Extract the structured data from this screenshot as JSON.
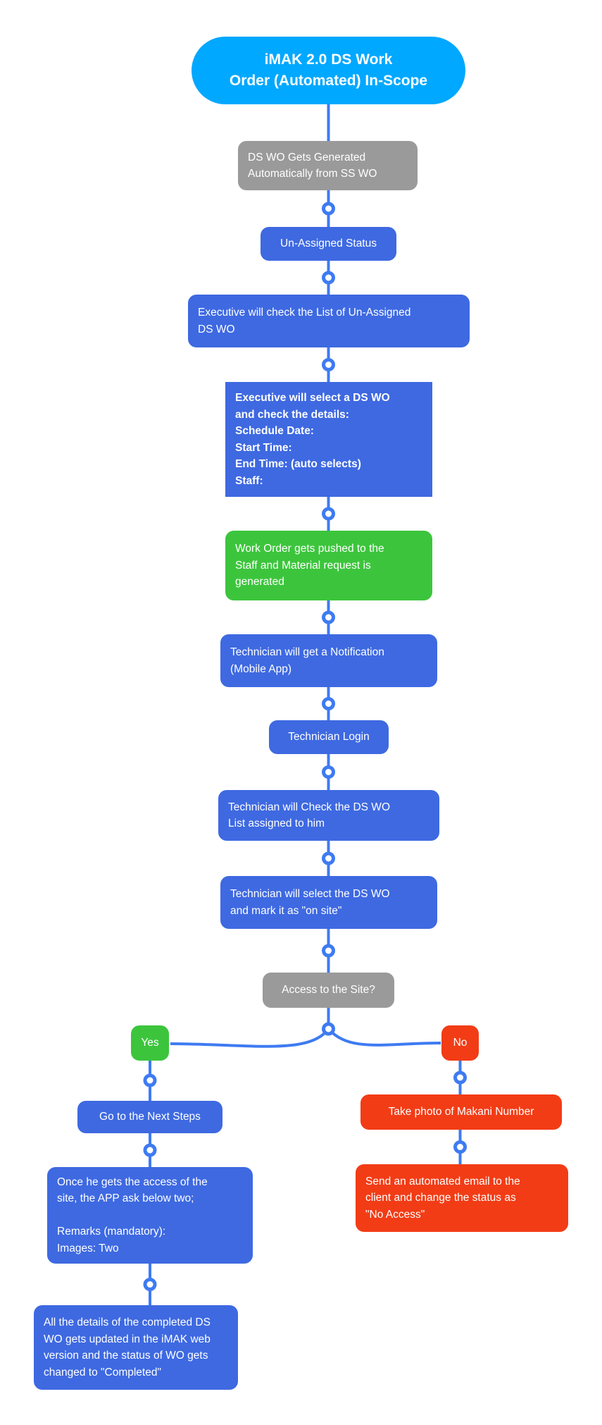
{
  "app": {
    "diagram_title": "iMAK 2.0 DS Work Order (Automated) In-Scope"
  },
  "colors": {
    "root_fill": "#00A8FF",
    "process_fill": "#3E69E1",
    "success_fill": "#3CC53C",
    "alert_fill": "#F23C16",
    "neutral_fill": "#9A9A9A",
    "connector": "#3E7BF2",
    "text": "#FFFFFF"
  },
  "nodes": {
    "root": {
      "label": "iMAK 2.0 DS Work\nOrder (Automated) In-Scope"
    },
    "generated": {
      "label": "DS WO Gets Generated\nAutomatically from SS WO"
    },
    "unassigned": {
      "label": "Un-Assigned Status"
    },
    "exec_check": {
      "label": "Executive will check the List of Un-Assigned\nDS WO"
    },
    "exec_select": {
      "label": "Executive will select a DS WO\nand check the details:\nSchedule Date:\nStart Time:\nEnd Time: (auto selects)\nStaff:"
    },
    "pushed": {
      "label": "Work Order gets pushed to the\nStaff and Material request is\ngenerated"
    },
    "notification": {
      "label": "Technician will get a Notification\n(Mobile App)"
    },
    "login": {
      "label": "Technician Login"
    },
    "check_list": {
      "label": "Technician will Check the DS WO\nList assigned to him"
    },
    "select_onsite": {
      "label": "Technician will select the DS WO\nand mark it as \"on site\""
    },
    "access": {
      "label": "Access to the Site?"
    },
    "yes": {
      "label": "Yes"
    },
    "no": {
      "label": "No"
    },
    "go_next": {
      "label": "Go to the Next Steps"
    },
    "app_ask": {
      "label": "Once he gets the access of the\nsite, the APP ask below two;\n\nRemarks (mandatory):\nImages: Two"
    },
    "completed": {
      "label": "All the details of the completed DS\nWO gets updated in the iMAK web\nversion and the status of WO gets\nchanged to \"Completed\""
    },
    "take_photo": {
      "label": "Take photo of Makani Number"
    },
    "send_email": {
      "label": "Send an automated email to the\nclient and change the status as\n\"No Access\""
    }
  }
}
